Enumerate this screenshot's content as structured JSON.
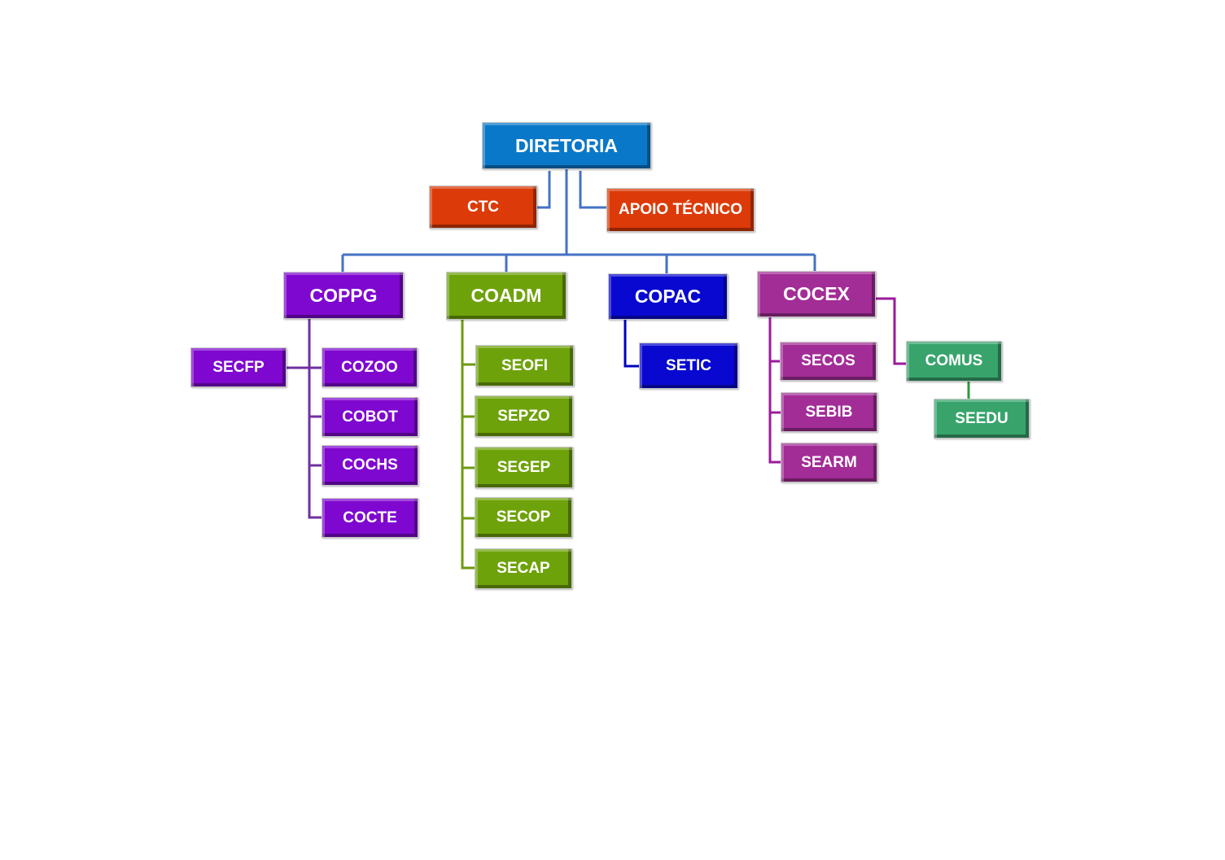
{
  "root": "DIRETORIA",
  "advisory": [
    "CTC",
    "APOIO TÉCNICO"
  ],
  "departments": {
    "coppg": {
      "label": "COPPG",
      "children": [
        "SECFP",
        "COZOO",
        "COBOT",
        "COCHS",
        "COCTE"
      ]
    },
    "coadm": {
      "label": "COADM",
      "children": [
        "SEOFI",
        "SEPZO",
        "SEGEP",
        "SECOP",
        "SECAP"
      ]
    },
    "copac": {
      "label": "COPAC",
      "children": [
        "SETIC"
      ]
    },
    "cocex": {
      "label": "COCEX",
      "children": [
        "SECOS",
        "SEBIB",
        "SEARM"
      ]
    },
    "comus": {
      "label": "COMUS",
      "children": [
        "SEEDU"
      ]
    }
  },
  "colors": {
    "connector": "#4472c4",
    "coppg": "#7f08d0",
    "coadm": "#6ea20a",
    "copac": "#0808d0",
    "cocex": "#a22d96",
    "comus": "#38a46c"
  }
}
